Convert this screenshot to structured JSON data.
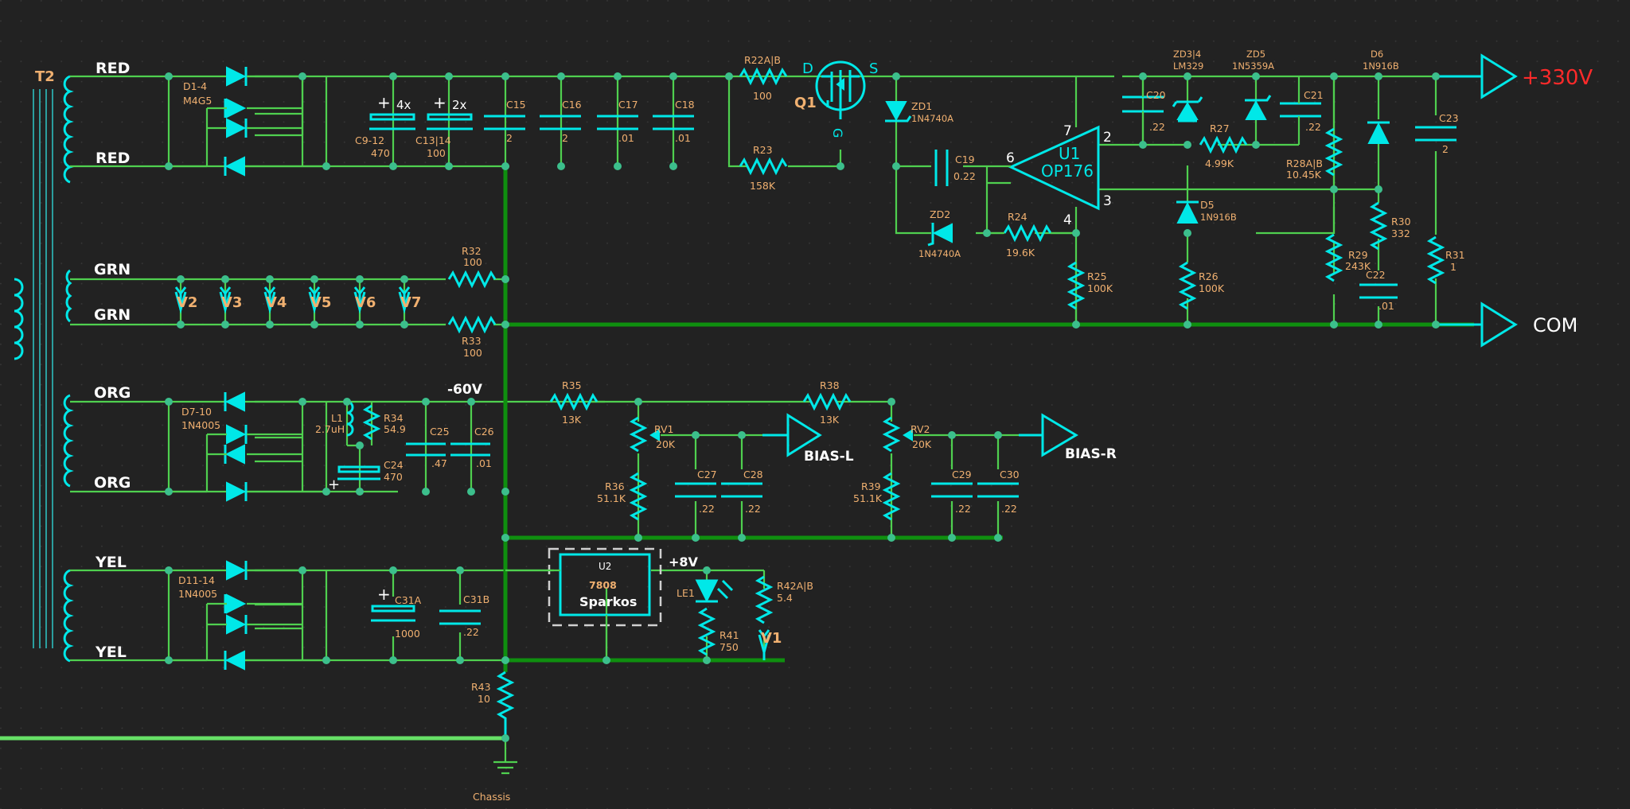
{
  "transformer": {
    "ref": "T2"
  },
  "windings": [
    "RED",
    "RED",
    "GRN",
    "GRN",
    "ORG",
    "ORG",
    "YEL",
    "YEL"
  ],
  "nets": {
    "plus330": "+330V",
    "com": "COM",
    "minus60": "-60V",
    "bias_l": "BIAS-L",
    "bias_r": "BIAS-R",
    "plus8": "+8V",
    "chassis": "Chassis"
  },
  "bridges": [
    {
      "ref": "D1-4",
      "part": "M4G5"
    },
    {
      "ref": "D7-10",
      "part": "1N4005"
    },
    {
      "ref": "D11-14",
      "part": "1N4005"
    }
  ],
  "caps_main": [
    {
      "ref": "C9-12",
      "value": "470",
      "mult": "4x"
    },
    {
      "ref": "C13|14",
      "value": "100",
      "mult": "2x"
    },
    {
      "ref": "C15",
      "value": "2"
    },
    {
      "ref": "C16",
      "value": "2"
    },
    {
      "ref": "C17",
      "value": ".01"
    },
    {
      "ref": "C18",
      "value": ".01"
    }
  ],
  "mosfet": {
    "ref": "Q1",
    "d": "D",
    "s": "S",
    "g": "G"
  },
  "r22": {
    "ref": "R22A|B",
    "value": "100"
  },
  "r23": {
    "ref": "R23",
    "value": "158K"
  },
  "zd1": {
    "ref": "ZD1",
    "part": "1N4740A"
  },
  "zd2": {
    "ref": "ZD2",
    "part": "1N4740A"
  },
  "c19": {
    "ref": "C19",
    "value": "0.22"
  },
  "r24": {
    "ref": "R24",
    "value": "19.6K"
  },
  "u1": {
    "ref": "U1",
    "part": "OP176",
    "pins": [
      "7",
      "2",
      "6",
      "3",
      "4"
    ]
  },
  "zd34": {
    "ref": "ZD3|4",
    "part": "LM329"
  },
  "zd5": {
    "ref": "ZD5",
    "part": "1N5359A"
  },
  "d6": {
    "ref": "D6",
    "part": "1N916B"
  },
  "d5": {
    "ref": "D5",
    "part": "1N916B"
  },
  "c20": {
    "ref": "C20",
    "value": ".22"
  },
  "c21": {
    "ref": "C21",
    "value": ".22"
  },
  "c23": {
    "ref": "C23",
    "value": "2"
  },
  "c22": {
    "ref": "C22",
    "value": ".01"
  },
  "r27": {
    "ref": "R27",
    "value": "4.99K"
  },
  "r28": {
    "ref": "R28A|B",
    "value": "10.45K"
  },
  "r29": {
    "ref": "R29",
    "value": "243K"
  },
  "r30": {
    "ref": "R30",
    "value": "332"
  },
  "r31": {
    "ref": "R31",
    "value": "1"
  },
  "r25": {
    "ref": "R25",
    "value": "100K"
  },
  "r26": {
    "ref": "R26",
    "value": "100K"
  },
  "r32": {
    "ref": "R32",
    "value": "100"
  },
  "r33": {
    "ref": "R33",
    "value": "100"
  },
  "varistors": [
    "V2",
    "V3",
    "V4",
    "V5",
    "V6",
    "V7"
  ],
  "l1": {
    "ref": "L1",
    "value": "2.7uH"
  },
  "r34": {
    "ref": "R34",
    "value": "54.9"
  },
  "c24": {
    "ref": "C24",
    "value": "470"
  },
  "c25": {
    "ref": "C25",
    "value": ".47"
  },
  "c26": {
    "ref": "C26",
    "value": ".01"
  },
  "r35": {
    "ref": "R35",
    "value": "13K"
  },
  "r38": {
    "ref": "R38",
    "value": "13K"
  },
  "rv1": {
    "ref": "RV1",
    "value": "20K"
  },
  "rv2": {
    "ref": "RV2",
    "value": "20K"
  },
  "r36": {
    "ref": "R36",
    "value": "51.1K"
  },
  "r39": {
    "ref": "R39",
    "value": "51.1K"
  },
  "c27": {
    "ref": "C27",
    "value": ".22"
  },
  "c28": {
    "ref": "C28",
    "value": ".22"
  },
  "c29": {
    "ref": "C29",
    "value": ".22"
  },
  "c30": {
    "ref": "C30",
    "value": ".22"
  },
  "c31a": {
    "ref": "C31A",
    "value": "1000"
  },
  "c31b": {
    "ref": "C31B",
    "value": ".22"
  },
  "u2": {
    "ref": "U2",
    "part": "7808",
    "mfr": "Sparkos"
  },
  "le1": {
    "ref": "LE1"
  },
  "r41": {
    "ref": "R41",
    "value": "750"
  },
  "r42": {
    "ref": "R42A|B",
    "value": "5.4"
  },
  "v1": {
    "ref": "V1"
  },
  "r43": {
    "ref": "R43",
    "value": "10"
  }
}
